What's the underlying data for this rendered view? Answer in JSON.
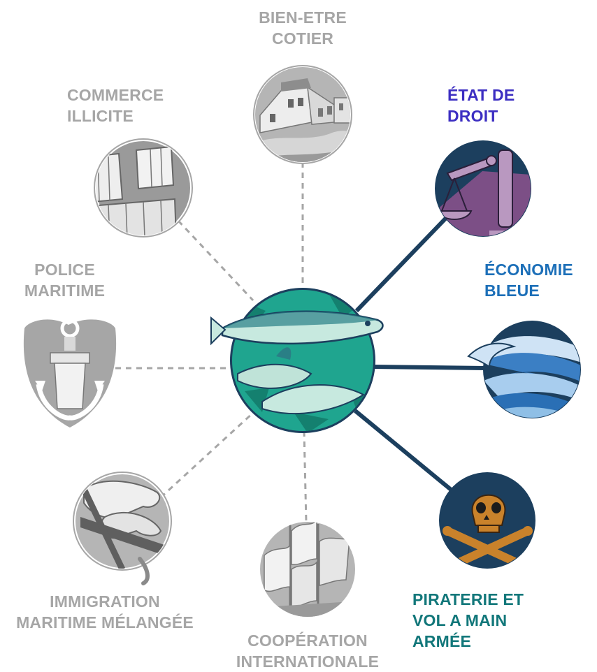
{
  "colors": {
    "inactive": "#a6a6a6",
    "active_line": "#1c3f5e",
    "center_fill": "#1fa58f",
    "etat_de_droit": "#3c2ec2",
    "economie_bleue": "#1c6fb8",
    "piraterie": "#12777a"
  },
  "center": {
    "icon": "tuna-fish-globe-icon"
  },
  "topics": [
    {
      "id": "bien-etre-cotier",
      "lines": [
        "BIEN-ETRE",
        "COTIER"
      ],
      "icon": "coastal-houses-icon",
      "active": false
    },
    {
      "id": "etat-de-droit",
      "lines": [
        "ÉTAT DE",
        "DROIT"
      ],
      "icon": "scales-of-justice-icon",
      "active": true
    },
    {
      "id": "economie-bleue",
      "lines": [
        "ÉCONOMIE",
        "BLEUE"
      ],
      "icon": "ocean-waves-icon",
      "active": true
    },
    {
      "id": "piraterie",
      "lines": [
        "PIRATERIE ET",
        "VOL A MAIN",
        "ARMÉE"
      ],
      "icon": "skull-crossbones-icon",
      "active": true
    },
    {
      "id": "cooperation",
      "lines": [
        "COOPÉRATION",
        "INTERNATIONALE"
      ],
      "icon": "ship-sails-icon",
      "active": false
    },
    {
      "id": "immigration",
      "lines": [
        "IMMIGRATION",
        "MARITIME MÉLANGÉE"
      ],
      "icon": "bound-hands-icon",
      "active": false
    },
    {
      "id": "police",
      "lines": [
        "POLICE",
        "MARITIME"
      ],
      "icon": "anchor-shield-icon",
      "active": false
    },
    {
      "id": "commerce",
      "lines": [
        "COMMERCE",
        "ILLICITE"
      ],
      "icon": "shipping-containers-icon",
      "active": false
    }
  ]
}
